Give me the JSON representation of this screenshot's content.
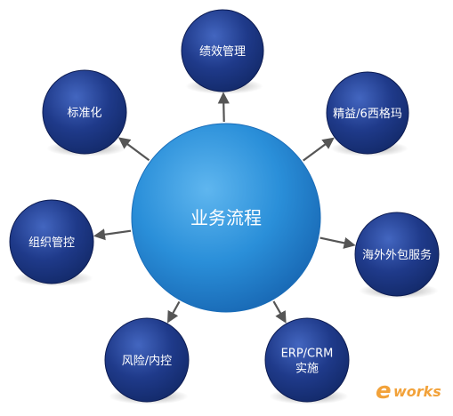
{
  "center": {
    "label": "业务流程"
  },
  "nodes": [
    {
      "id": "performance",
      "lines": [
        "绩效管理"
      ]
    },
    {
      "id": "lean-six-sigma",
      "lines": [
        "精益/6西格玛"
      ]
    },
    {
      "id": "offshore",
      "lines": [
        "海外外包服务"
      ]
    },
    {
      "id": "erp-crm",
      "lines": [
        "ERP/CRM",
        "实施"
      ]
    },
    {
      "id": "risk",
      "lines": [
        "风险/内控"
      ]
    },
    {
      "id": "org",
      "lines": [
        "组织管控"
      ]
    },
    {
      "id": "standardization",
      "lines": [
        "标准化"
      ]
    }
  ],
  "watermark": {
    "prefix": "e",
    "suffix": "works"
  },
  "colors": {
    "center_fill": "#2a8fd9",
    "center_highlight": "#6fbff0",
    "node_fill": "#1f3a8a",
    "node_highlight": "#4a6bc6",
    "node_shadow": "#0d1c52",
    "arrow": "#555555",
    "watermark": "#f2a23a"
  }
}
